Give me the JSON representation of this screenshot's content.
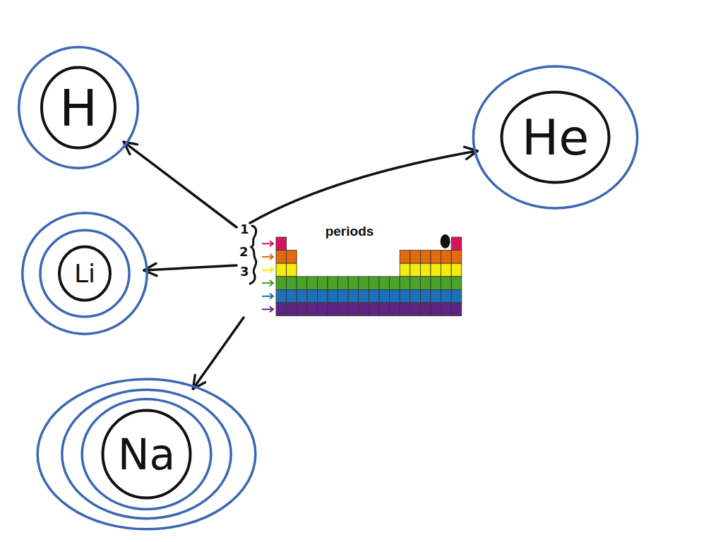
{
  "diagram": {
    "nodes": [
      {
        "text": [
          "H"
        ]
      },
      {
        "text": [
          "He"
        ]
      },
      {
        "text": [
          "periods"
        ]
      },
      {
        "text": [
          "Li"
        ]
      },
      {
        "text": [
          "Na"
        ]
      }
    ],
    "edges": [
      {
        "from": 2,
        "to": 0,
        "arrow": "to"
      },
      {
        "from": 2,
        "to": 1,
        "arrow": "to"
      },
      {
        "from": 2,
        "to": 3,
        "arrow": "to"
      },
      {
        "from": 2,
        "to": 4,
        "arrow": "to"
      }
    ],
    "labels": [
      "1",
      "2",
      "3"
    ]
  }
}
